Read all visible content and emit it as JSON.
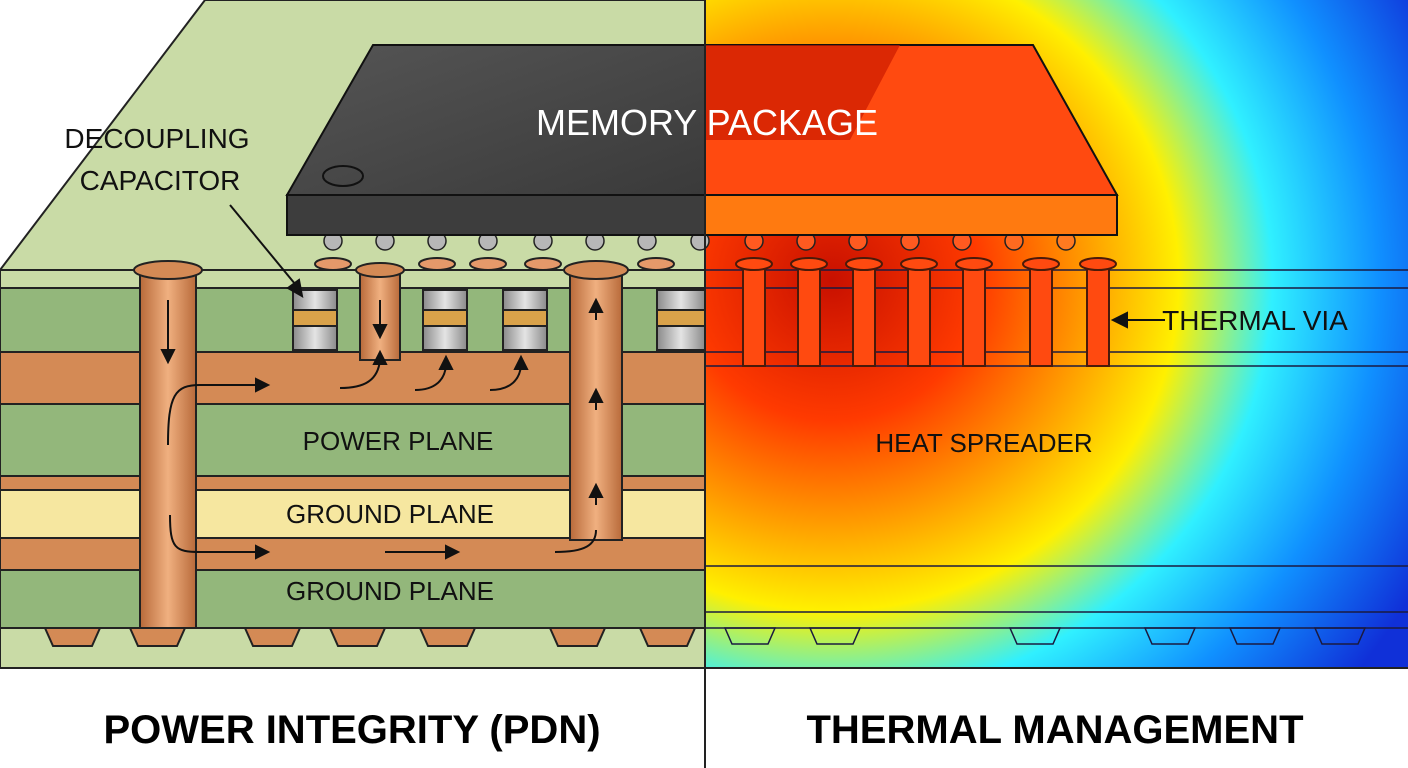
{
  "labels": {
    "memory_package": "MEMORY PACKAGE",
    "decoupling_capacitor_line1": "DECOUPLING",
    "decoupling_capacitor_line2": "CAPACITOR",
    "thermal_via": "THERMAL VIA",
    "power_plane": "POWER PLANE",
    "ground_plane_upper": "GROUND PLANE",
    "ground_plane_lower": "GROUND PLANE",
    "heat_spreader": "HEAT SPREADER",
    "left_caption": "POWER INTEGRITY (PDN)",
    "right_caption": "THERMAL MANAGEMENT"
  },
  "colors": {
    "board_green": "#c9dba6",
    "layer_green": "#93b77b",
    "copper": "#d48a55",
    "copper_dark": "#b5693a",
    "ground_yellow": "#f6e7a0",
    "package_dark": "#444444",
    "solder_gray": "#b7b7b7",
    "heat_red": "#e02010",
    "heat_orange": "#ff8a00",
    "heat_yellow": "#ffee00",
    "heat_cyan": "#20e0ff",
    "heat_blue": "#1040e0"
  }
}
